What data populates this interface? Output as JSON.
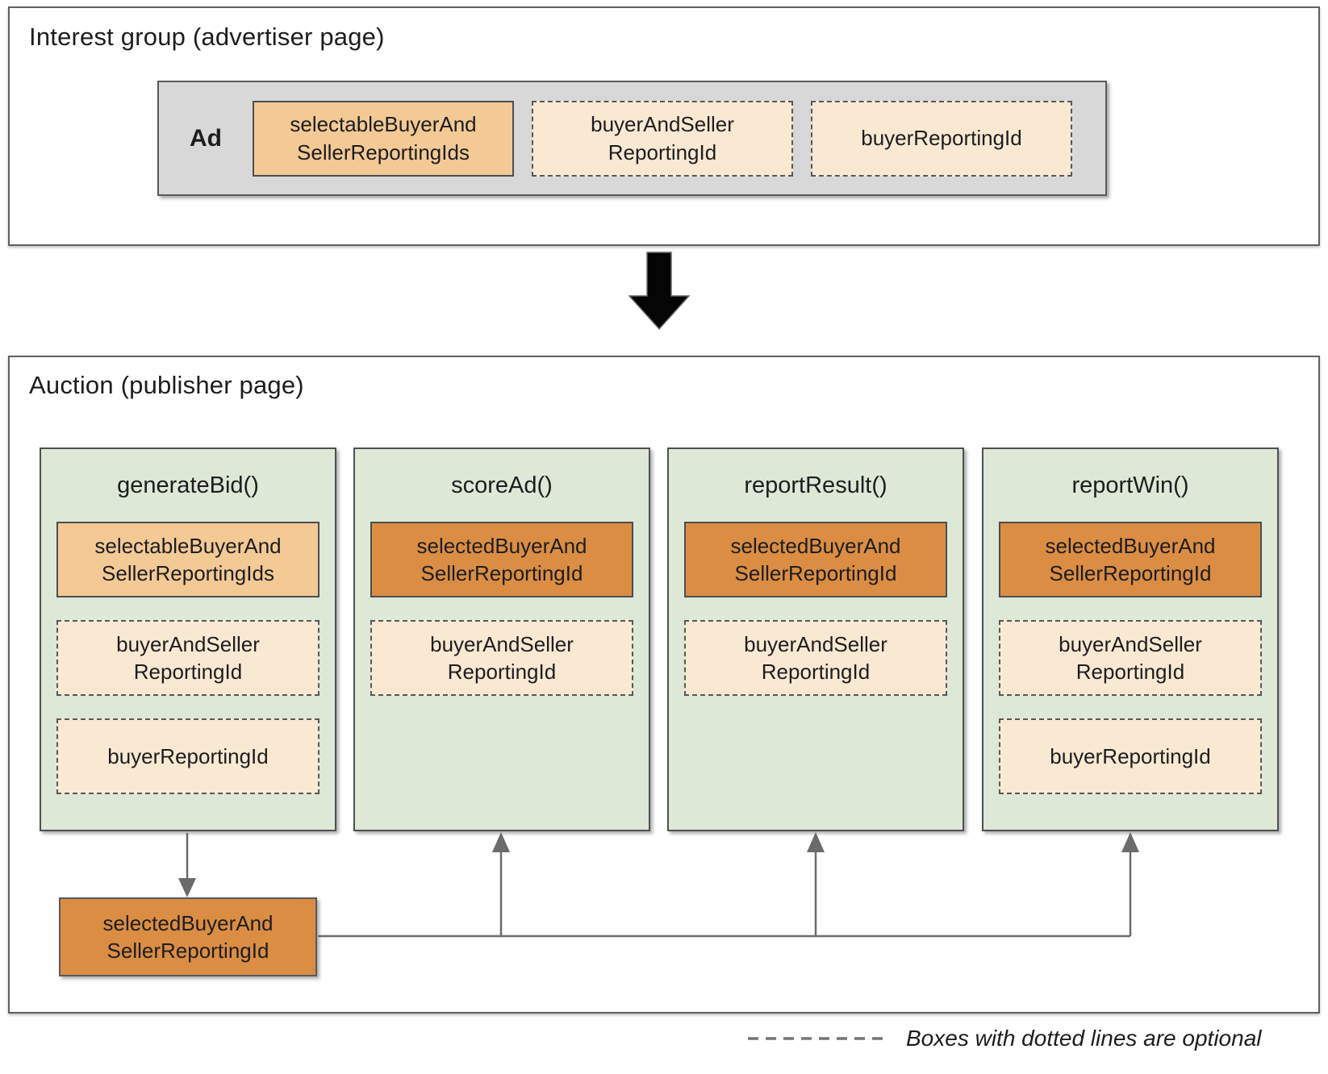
{
  "interest_group": {
    "title": "Interest group (advertiser page)",
    "ad_label": "Ad",
    "chips": [
      {
        "label": "selectableBuyerAnd\nSellerReportingIds",
        "optional": false
      },
      {
        "label": "buyerAndSeller\nReportingId",
        "optional": true
      },
      {
        "label": "buyerReportingId",
        "optional": true
      }
    ]
  },
  "auction": {
    "title": "Auction (publisher page)",
    "columns": [
      {
        "title": "generateBid()",
        "chips": [
          {
            "label": "selectableBuyerAnd\nSellerReportingIds",
            "optional": false
          },
          {
            "label": "buyerAndSeller\nReportingId",
            "optional": true
          },
          {
            "label": "buyerReportingId",
            "optional": true
          }
        ]
      },
      {
        "title": "scoreAd()",
        "chips": [
          {
            "label": "selectedBuyerAnd\nSellerReportingId",
            "optional": false
          },
          {
            "label": "buyerAndSeller\nReportingId",
            "optional": true
          }
        ]
      },
      {
        "title": "reportResult()",
        "chips": [
          {
            "label": "selectedBuyerAnd\nSellerReportingId",
            "optional": false
          },
          {
            "label": "buyerAndSeller\nReportingId",
            "optional": true
          }
        ]
      },
      {
        "title": "reportWin()",
        "chips": [
          {
            "label": "selectedBuyerAnd\nSellerReportingId",
            "optional": false
          },
          {
            "label": "buyerAndSeller\nReportingId",
            "optional": true
          },
          {
            "label": "buyerReportingId",
            "optional": true
          }
        ]
      }
    ],
    "output_box": {
      "label": "selectedBuyerAnd\nSellerReportingId"
    }
  },
  "legend": {
    "text": "Boxes with dotted lines are optional"
  },
  "colors": {
    "light_orange": "#f3c995",
    "dark_orange": "#db8d44",
    "cream": "#f9e9d3",
    "green": "#dde8d6",
    "gray_container": "#d8d8d8",
    "connector_gray": "#6b6b6b"
  }
}
